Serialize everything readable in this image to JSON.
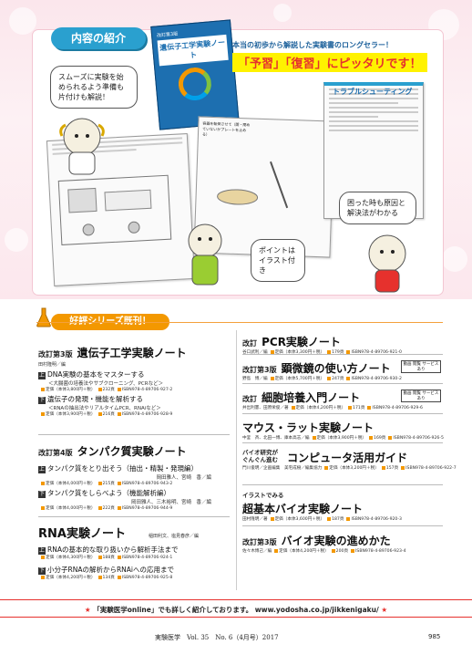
{
  "promo": {
    "title": "内容の紹介",
    "lead_line1": "本当の初歩から解説した実験書のロングセラー！",
    "lead_line2": "「予習」「復習」にピッタリです！",
    "bubble_left": "スムーズに実験を始められるよう準備も片付けも解説！",
    "bubble_point": "ポイントはイラスト付き",
    "bubble_right": "困った時も原因と解決法がわかる",
    "book_title": "遺伝子工学実験ノート",
    "book_tag": "改訂第3版",
    "trouble_heading": "トラブルシューティング",
    "note_text": "容器を転倒させて（開・閉めていないかプレートを止める）"
  },
  "series": {
    "heading": "好評シリーズ既刊！"
  },
  "left_column": [
    {
      "edition": "改訂第3版",
      "title": "遺伝子工学実験ノート",
      "author": "田村隆明／編",
      "subs": [
        {
          "tag": "上",
          "title": "DNA実験の基本をマスターする",
          "note": "＜大腸菌の培養法やサブクローニング、PCRなど＞",
          "price": "定価（本体3,800円＋税）",
          "pages": "232頁",
          "isbn": "ISBN978-4-89706-927-2"
        },
        {
          "tag": "下",
          "title": "遺伝子の発現・機能を解析する",
          "note": "＜RNAの抽出法やリアルタイムPCR、RNAiなど＞",
          "price": "定価（本体3,900円＋税）",
          "pages": "216頁",
          "isbn": "ISBN978-4-89706-928-9"
        }
      ]
    },
    {
      "edition": "改訂第4版",
      "title": "タンパク質実験ノート",
      "subs": [
        {
          "tag": "上",
          "title": "タンパク質をとり出そう（抽出・精製・発現編）",
          "note": "岡田雅人、宮崎　香／編",
          "price": "定価（本体4,000円＋税）",
          "pages": "215頁",
          "isbn": "ISBN978-4-89706-943-2"
        },
        {
          "tag": "下",
          "title": "タンパク質をしらべよう（機能解析編）",
          "note": "岡田雅人、三木裕明、宮崎　香／編",
          "price": "定価（本体4,000円＋税）",
          "pages": "222頁",
          "isbn": "ISBN978-4-89706-944-9"
        }
      ]
    },
    {
      "edition": "",
      "title": "RNA実験ノート",
      "author": "稲田利文、塩見春彦／編",
      "subs": [
        {
          "tag": "上",
          "title": "RNAの基本的な取り扱いから解析手法まで",
          "note": "",
          "price": "定価（本体4,300円＋税）",
          "pages": "188頁",
          "isbn": "ISBN978-4-89706-924-1"
        },
        {
          "tag": "下",
          "title": "小分子RNAの解析からRNAiへの応用まで",
          "note": "",
          "price": "定価（本体4,200円＋税）",
          "pages": "134頁",
          "isbn": "ISBN978-4-89706-925-8"
        }
      ]
    }
  ],
  "right_column": [
    {
      "edition": "改訂",
      "title": "PCR実験ノート",
      "author": "谷口武利／編",
      "price": "定価（本体3,300円＋税）",
      "pages": "179頁",
      "isbn": "ISBN978-4-89706-921-0",
      "badge": ""
    },
    {
      "edition": "改訂第3版",
      "title": "顕微鏡の使い方ノート",
      "author": "野島　博／編",
      "price": "定価（本体5,700円＋税）",
      "pages": "247頁",
      "isbn": "ISBN978-4-89706-930-2",
      "badge": "動画 閲覧 サービスあり"
    },
    {
      "edition": "改訂",
      "title": "細胞培養入門ノート",
      "author": "井出利憲、田原栄俊／著",
      "price": "定価（本体4,200円＋税）",
      "pages": "171頁",
      "isbn": "ISBN978-4-89706-929-6",
      "badge": "動画 閲覧 サービスあり"
    },
    {
      "edition": "",
      "title": "マウス・ラット実験ノート",
      "author": "中釜　斉、北田一博、庫本高志／編",
      "price": "定価（本体3,900円＋税）",
      "pages": "169頁",
      "isbn": "ISBN978-4-89706-926-5",
      "badge": ""
    },
    {
      "edition": "バイオ研究がぐんぐん進む",
      "title": "コンピュータ活用ガイド",
      "author": "門川俊明／企画編集　美宅成樹／編集協力",
      "price": "定価（本体3,200円＋税）",
      "pages": "157頁",
      "isbn": "ISBN978-4-89706-922-7",
      "badge": ""
    },
    {
      "edition": "イラストでみる",
      "title": "超基本バイオ実験ノート",
      "author": "田村隆明／著",
      "price": "定価（本体3,600円＋税）",
      "pages": "187頁",
      "isbn": "ISBN978-4-89706-920-3",
      "badge": ""
    },
    {
      "edition": "改訂第3版",
      "title": "バイオ実験の進めかた",
      "author": "佐々木博己／編",
      "price": "定価（本体4,200円＋税）",
      "pages": "200頁",
      "isbn": "ISBN978-4-89706-923-4",
      "badge": ""
    }
  ],
  "footer": {
    "star_left": "★",
    "text": "「実験医学online」でも詳しく紹介しております。 www.yodosha.co.jp/jikkenigaku/",
    "star_right": "★",
    "journal": "実験医学　Vol. 35　No. 6（4月号）2017",
    "page_number": "985"
  },
  "colors": {
    "accent_orange": "#f39800",
    "blue": "#2aa0cf",
    "red": "#e6312d",
    "pink_bg": "#fbe6ec"
  }
}
